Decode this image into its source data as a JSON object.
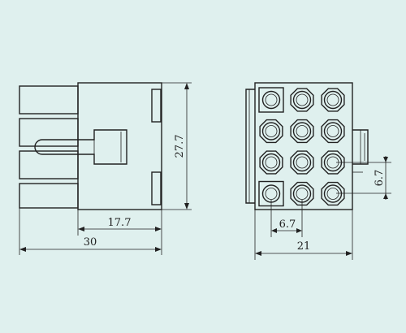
{
  "dimensions": {
    "depth_body": "17.7",
    "depth_total": "30",
    "height": "27.7",
    "width": "21",
    "pitch_horizontal": "6.7",
    "pitch_vertical": "6.7"
  },
  "pin_grid": {
    "rows": 4,
    "cols": 3
  },
  "colors": {
    "background": "#dff0ee",
    "line": "#222222"
  }
}
